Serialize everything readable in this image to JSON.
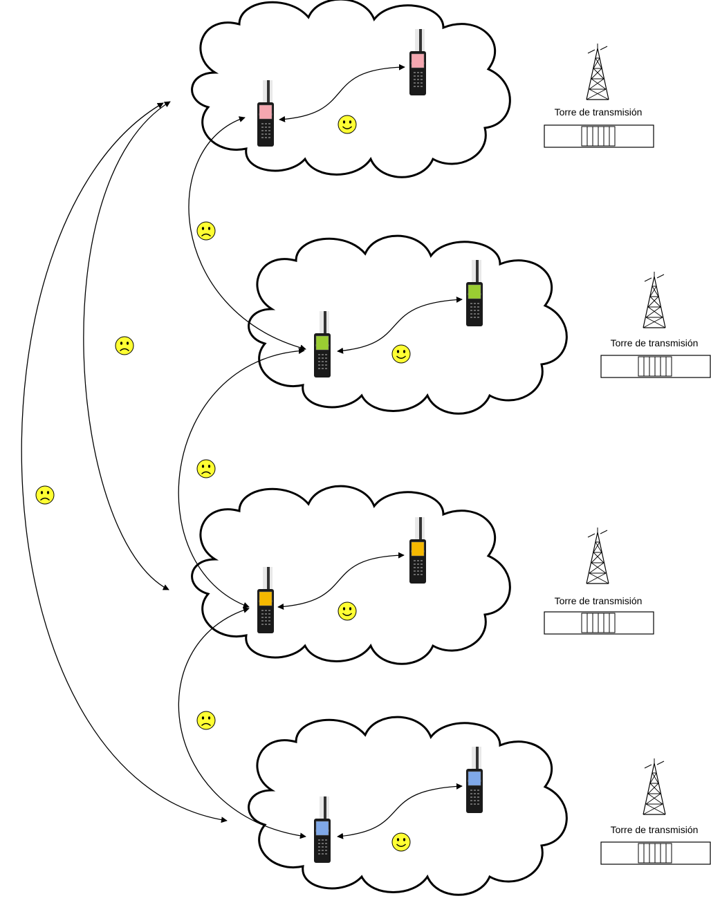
{
  "colors": {
    "stroke": "#000000",
    "smiley_fill": "#ffff33",
    "phone_body": "#1a1a1a",
    "antenna": "#e8e8e8"
  },
  "clusters": [
    {
      "id": "c1",
      "tower_label": "Torre de transmisión",
      "screen_color": "#f4a7b0",
      "link_status": "happy"
    },
    {
      "id": "c2",
      "tower_label": "Torre de transmisión",
      "screen_color": "#9acd32",
      "link_status": "happy"
    },
    {
      "id": "c3",
      "tower_label": "Torre de transmisión",
      "screen_color": "#f5b800",
      "link_status": "happy"
    },
    {
      "id": "c4",
      "tower_label": "Torre de transmisión",
      "screen_color": "#7fa8e8",
      "link_status": "happy"
    }
  ],
  "inter_cluster_links": [
    {
      "from": "c1",
      "to": "c2",
      "status": "sad"
    },
    {
      "from": "c2",
      "to": "c3",
      "status": "sad"
    },
    {
      "from": "c3",
      "to": "c4",
      "status": "sad"
    },
    {
      "from": "c1",
      "to": "c3",
      "status": "sad"
    },
    {
      "from": "c1",
      "to": "c4",
      "status": "sad"
    }
  ]
}
